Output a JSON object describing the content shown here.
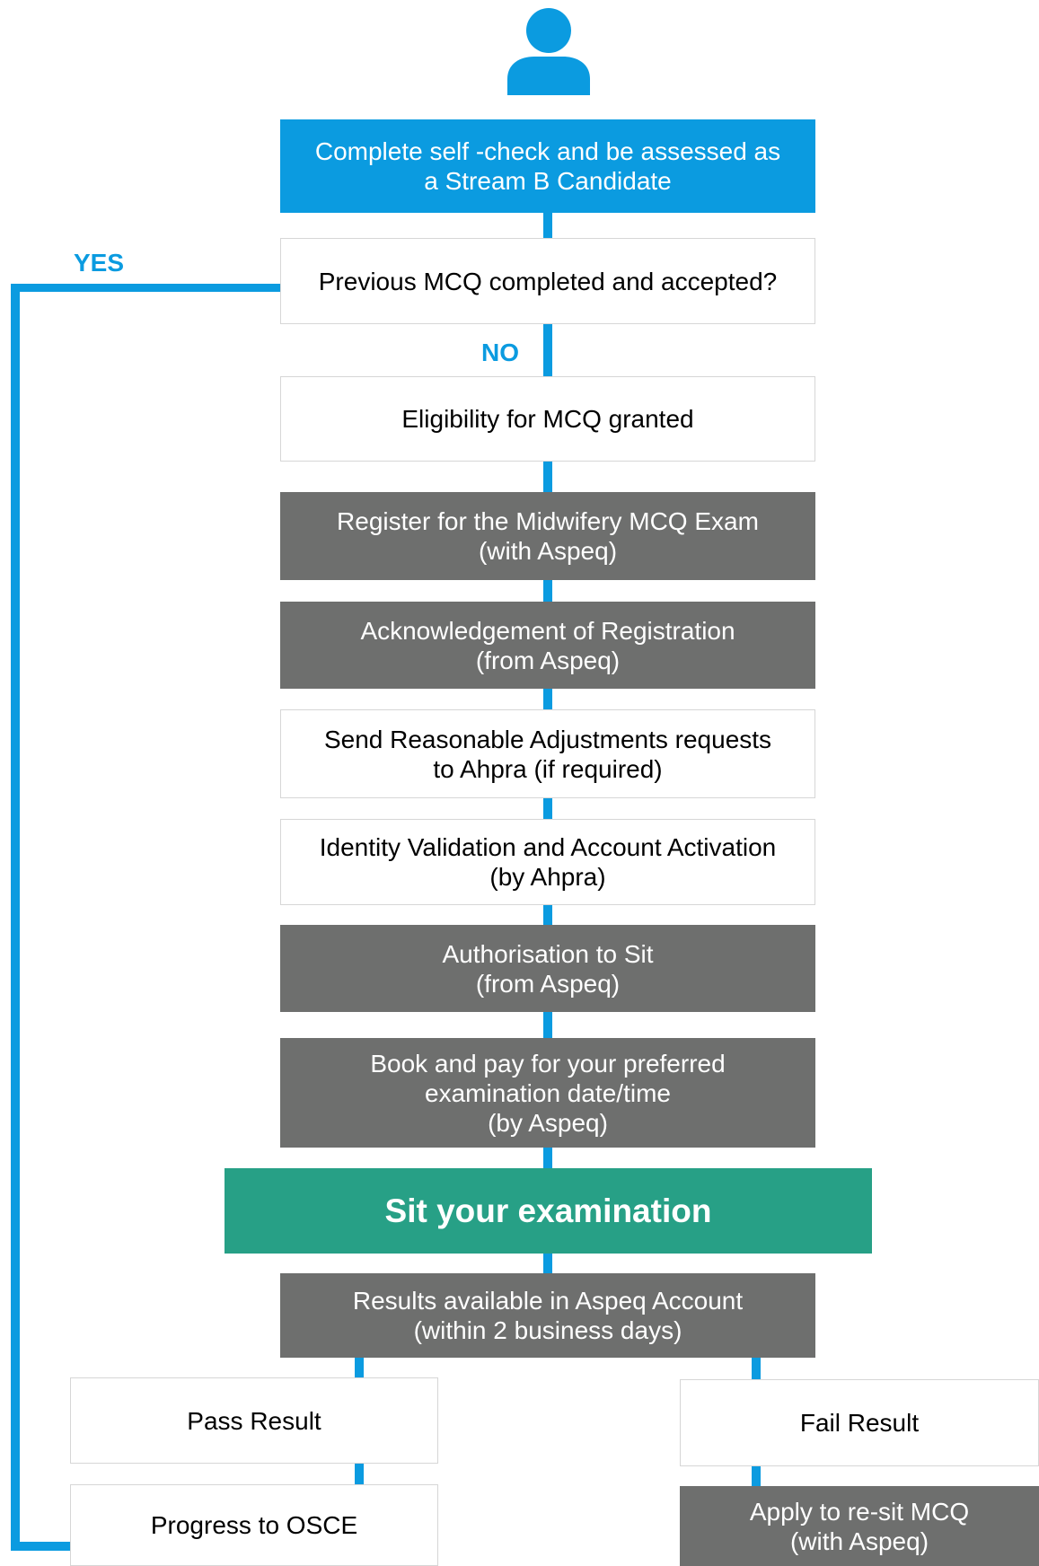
{
  "steps": {
    "self_check": "Complete self -check and be assessed as\na Stream B Candidate",
    "previous_mcq": "Previous MCQ completed and accepted?",
    "eligibility": "Eligibility for MCQ granted",
    "register": "Register for the Midwifery MCQ Exam\n(with Aspeq)",
    "acknowledgement": "Acknowledgement of Registration\n(from Aspeq)",
    "reasonable_adjustments": "Send Reasonable Adjustments requests\nto Ahpra (if required)",
    "identity_validation": "Identity Validation and Account Activation\n(by Ahpra)",
    "authorisation": "Authorisation to Sit\n(from Aspeq)",
    "book_and_pay": "Book and pay for your preferred\nexamination date/time\n(by Aspeq)",
    "sit_exam": "Sit your examination",
    "results": "Results available in Aspeq Account\n(within 2 business days)",
    "pass_result": "Pass Result",
    "fail_result": "Fail Result",
    "progress_osce": "Progress to OSCE",
    "resit": "Apply to re-sit MCQ\n(with Aspeq)"
  },
  "branches": {
    "yes": "YES",
    "no": "NO"
  },
  "icons": {
    "top": "person-icon"
  },
  "colors": {
    "accent_blue": "#0b9be0",
    "step_grey": "#6e6f6e",
    "exam_green": "#27a086",
    "border": "#d6d6d6"
  }
}
